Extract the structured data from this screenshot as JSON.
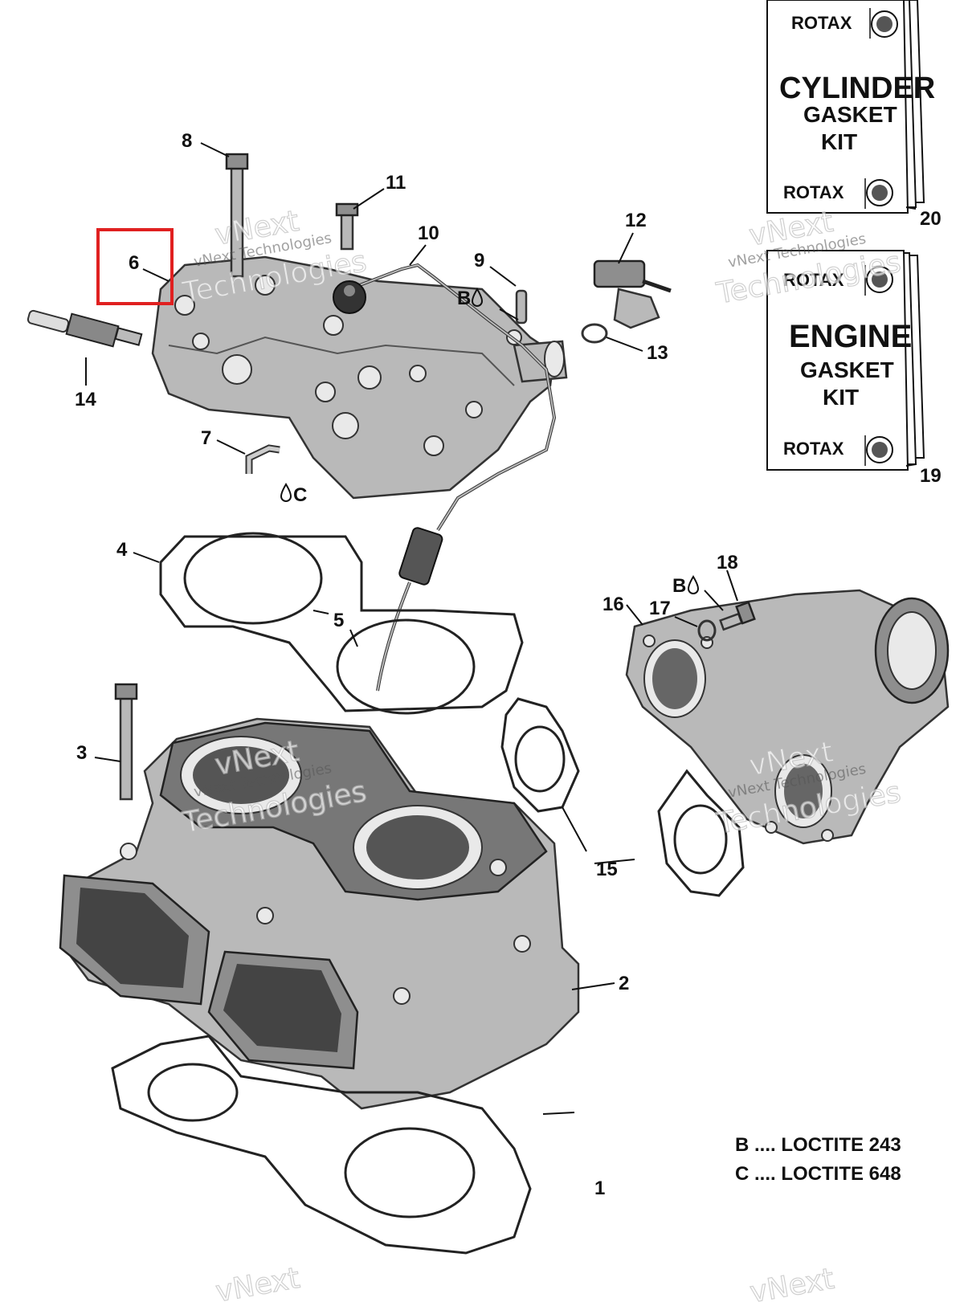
{
  "callouts": {
    "c1": "1",
    "c2": "2",
    "c3": "3",
    "c4": "4",
    "c5": "5",
    "c6": "6",
    "c7": "7",
    "c8": "8",
    "c9": "9",
    "c10": "10",
    "c11": "11",
    "c12": "12",
    "c13": "13",
    "c14": "14",
    "c15": "15",
    "c16": "16",
    "c17": "17",
    "c18": "18",
    "c19": "19",
    "c20": "20"
  },
  "adhesive_markers": {
    "m9": "B",
    "m7": "C",
    "m17": "B"
  },
  "kits": [
    {
      "brand_top": "ROTAX",
      "title": "CYLINDER",
      "line2": "GASKET",
      "line3": "KIT",
      "brand_bottom": "ROTAX"
    },
    {
      "brand_top": "ROTAX",
      "title": "ENGINE",
      "line2": "GASKET",
      "line3": "KIT",
      "brand_bottom": "ROTAX"
    }
  ],
  "legend": {
    "b": "B .... LOCTITE 243",
    "c": "C .... LOCTITE 648"
  },
  "watermark": {
    "line1": "vNext",
    "line2": "vNext Technologies",
    "line3": "Technologies"
  },
  "highlight_color": "#e02020"
}
